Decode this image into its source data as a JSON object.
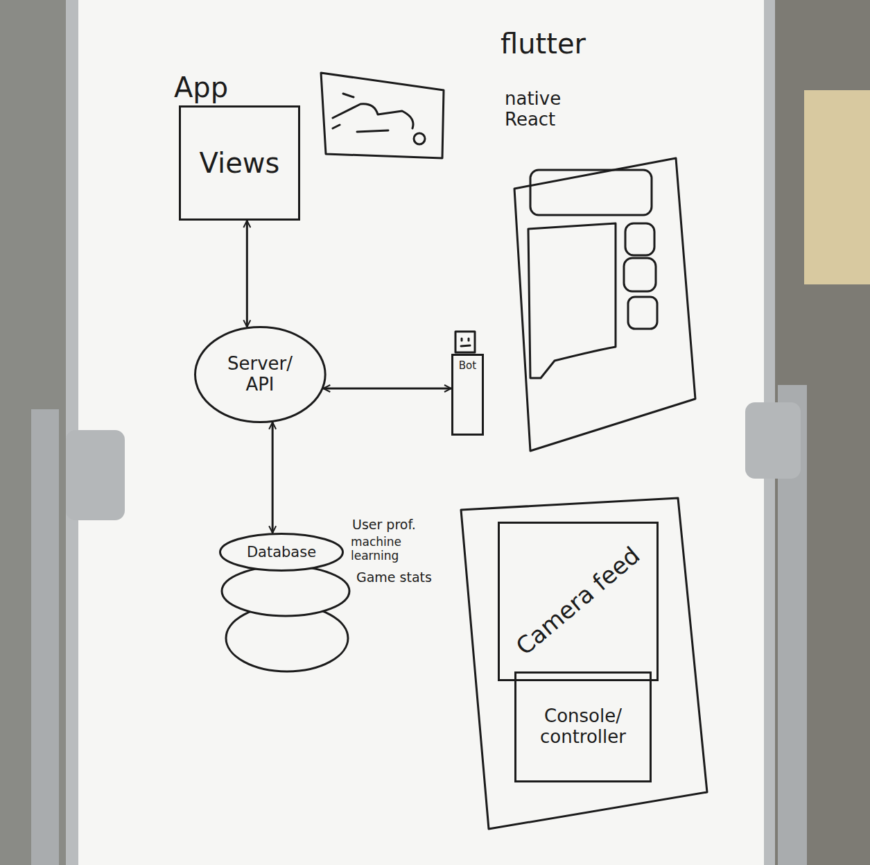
{
  "diagram": {
    "nodes": [
      {
        "text": [
          "App",
          "Views"
        ]
      },
      {
        "text": [
          "Server/ API"
        ]
      },
      {
        "text": [
          "Bot"
        ]
      },
      {
        "text": [
          "Database"
        ]
      },
      {
        "text": [
          "Camera feed"
        ]
      },
      {
        "text": [
          "Console/ controller"
        ]
      }
    ],
    "edges": [
      {
        "from": 0,
        "to": 1,
        "arrow": "both"
      },
      {
        "from": 1,
        "to": 2,
        "arrow": "both"
      },
      {
        "from": 1,
        "to": 3,
        "arrow": "both"
      }
    ],
    "labels": [
      "flutter",
      "native React",
      "User prof.",
      "machine learning",
      "Game stats"
    ]
  }
}
